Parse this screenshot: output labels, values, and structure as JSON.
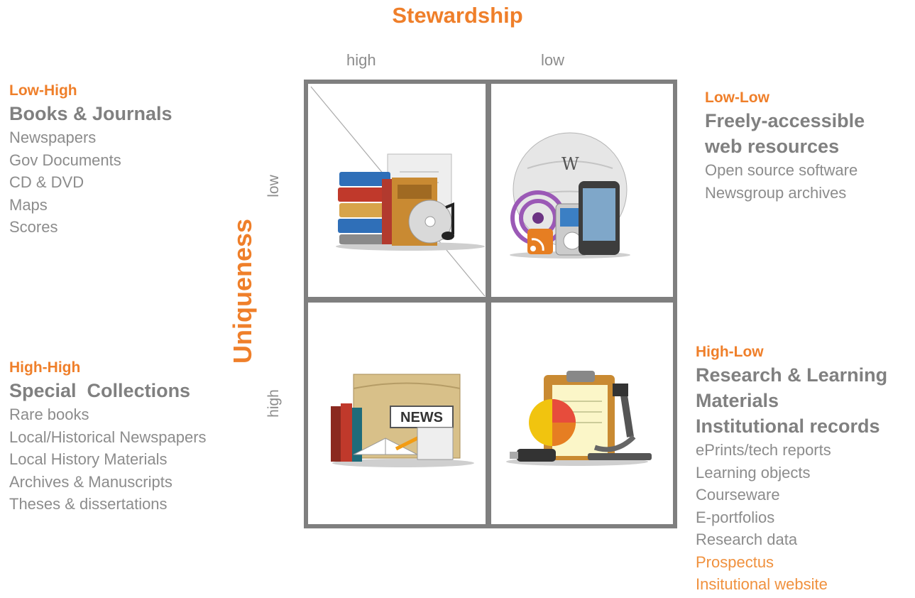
{
  "title": "Stewardship",
  "columns": {
    "high": "high",
    "low": "low"
  },
  "rows": {
    "title": "Uniqueness",
    "low": "low",
    "high": "high"
  },
  "quadrants": {
    "low_high": {
      "label": "Low-High",
      "heading": "Books & Journals",
      "items": [
        "Newspapers",
        "Gov Documents",
        "CD & DVD",
        "Maps",
        "Scores"
      ]
    },
    "low_low": {
      "label": "Low-Low",
      "heading_lines": [
        "Freely-accessible",
        "web resources"
      ],
      "items": [
        "Open source software",
        "Newsgroup archives"
      ]
    },
    "high_high": {
      "label": "High-High",
      "heading": "Special  Collections",
      "items": [
        "Rare books",
        "Local/Historical Newspapers",
        "Local History Materials",
        "Archives & Manuscripts",
        "Theses & dissertations"
      ]
    },
    "high_low": {
      "label": "High-Low",
      "heading_lines": [
        "Research & Learning",
        "Materials",
        "Institutional records"
      ],
      "items": [
        "ePrints/tech reports",
        "Learning objects",
        "Courseware",
        "E-portfolios",
        "Research data"
      ],
      "highlight_items": [
        "Prospectus",
        "Insitutional website"
      ]
    }
  },
  "icons": {
    "top_left": "books-and-media-icon",
    "top_right": "wikipedia-and-devices-icon",
    "bottom_left": "news-and-books-icon",
    "bottom_right": "research-lab-icon",
    "wikipedia_globe_text": "W",
    "news_sign_text": "NEWS"
  },
  "colors": {
    "accent": "#ef7f2a",
    "text_gray": "#808080",
    "grid": "#808080"
  }
}
